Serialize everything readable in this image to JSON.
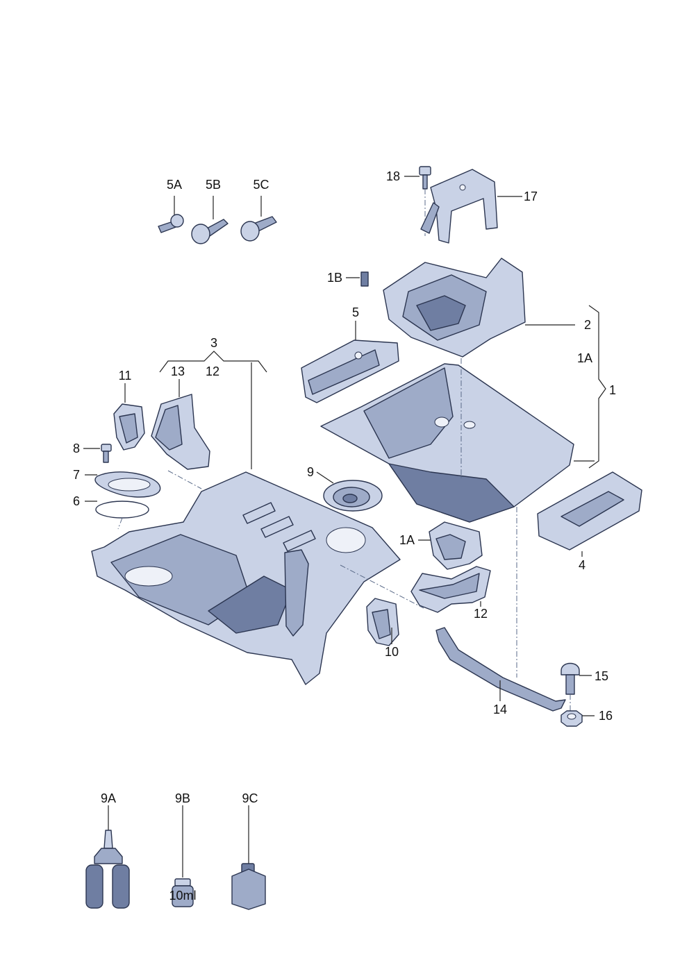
{
  "callouts": {
    "c5A": "5A",
    "c5B": "5B",
    "c5C": "5C",
    "c18": "18",
    "c17": "17",
    "c1B": "1B",
    "c2": "2",
    "c1A_top": "1A",
    "c1": "1",
    "c5": "5",
    "c3": "3",
    "c13": "13",
    "c12_top": "12",
    "c11": "11",
    "c8": "8",
    "c7": "7",
    "c6": "6",
    "c9": "9",
    "c1A_mid": "1A",
    "c4": "4",
    "c12_mid": "12",
    "c10": "10",
    "c15": "15",
    "c14": "14",
    "c16": "16",
    "c9A": "9A",
    "c9B": "9B",
    "c9C": "9C"
  },
  "labels": {
    "bottle_9B": "10ml"
  },
  "colors": {
    "part_light": "#c9d2e6",
    "part_mid": "#9eabc8",
    "part_dark": "#6f7ea2",
    "outline": "#2b3550"
  }
}
